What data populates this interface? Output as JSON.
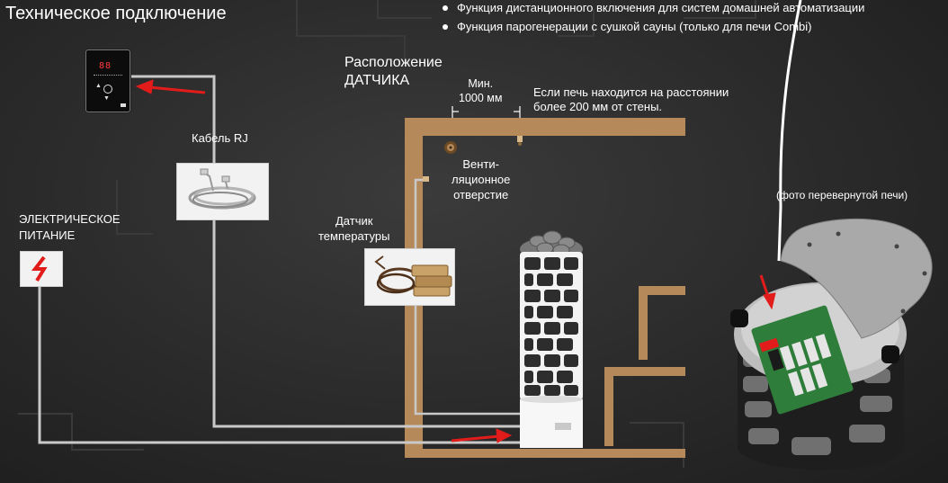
{
  "title": "Техническое подключение",
  "features": [
    "Функция дистанционного включения для систем домашней автоматизации",
    "Функция парогенерации с сушкой сауны (только для печи Combi)"
  ],
  "sensor_location": [
    "Расположение",
    "ДАТЧИКА"
  ],
  "min_distance": [
    "Мин.",
    "1000 мм"
  ],
  "distance_note": [
    "Если печь находится на расстоянии",
    "более 200 мм от стены."
  ],
  "vent": [
    "Венти-",
    "ляционное",
    "отверстие"
  ],
  "photo_note": "(фото перевернутой печи)",
  "rj_cable": "Кабель RJ",
  "power": [
    "ЭЛЕКТРИЧЕСКОЕ",
    "ПИТАНИЕ"
  ],
  "temp_sensor": [
    "Датчик",
    "температуры"
  ],
  "control_panel_display": "88",
  "colors": {
    "background": "#2b2b2b",
    "wall": "#b5895a",
    "cable": "#c9c9c9",
    "arrow": "#e21b1b",
    "power_icon": "#e21b1b"
  }
}
